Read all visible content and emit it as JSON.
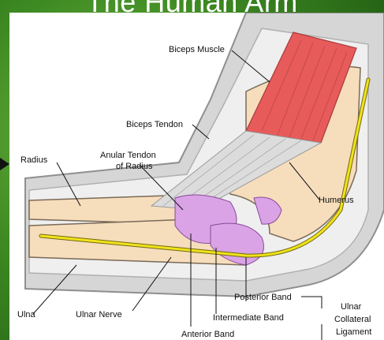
{
  "title": "The Human Arm",
  "labels": {
    "biceps_muscle": "Biceps Muscle",
    "biceps_tendon": "Biceps Tendon",
    "radius": "Radius",
    "anular_tendon_line1": "Anular Tendon",
    "anular_tendon_line2": "of Radius",
    "humerus": "Humerus",
    "ulna": "Ulna",
    "ulnar_nerve": "Ulnar Nerve",
    "posterior_band": "Posterior Band",
    "intermediate_band": "Intermediate Band",
    "anterior_band": "Anterior Band",
    "ulnar_collateral_line1": "Ulnar",
    "ulnar_collateral_line2": "Collateral",
    "ulnar_collateral_line3": "Ligament"
  },
  "colors": {
    "background_green": "#3e8a22",
    "skin_outline": "#bdbdbd",
    "bone": "#f6ddbc",
    "muscle": "#e85b5b",
    "tendon": "#d9d9d9",
    "ligament": "#d9a3e6",
    "nerve": "#f2e21b"
  }
}
